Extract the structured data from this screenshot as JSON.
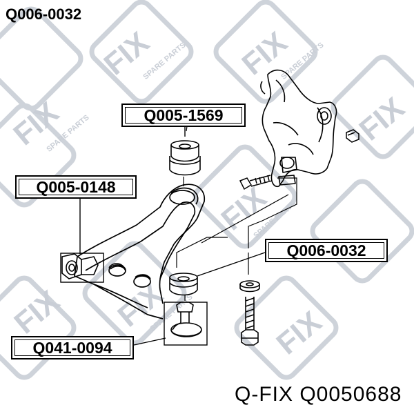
{
  "title": "Q006-0032",
  "footer": "Q-FIX Q0050688",
  "watermark": {
    "logo_text": "FIX",
    "tagline": "SPARE PARTS",
    "color": "#c9ced6"
  },
  "callouts": [
    {
      "id": "q005-1569",
      "label": "Q005-1569"
    },
    {
      "id": "q005-0148",
      "label": "Q005-0148"
    },
    {
      "id": "q006-0032",
      "label": "Q006-0032"
    },
    {
      "id": "q041-0094",
      "label": "Q041-0094"
    }
  ],
  "colors": {
    "line": "#000000",
    "background": "#ffffff"
  }
}
